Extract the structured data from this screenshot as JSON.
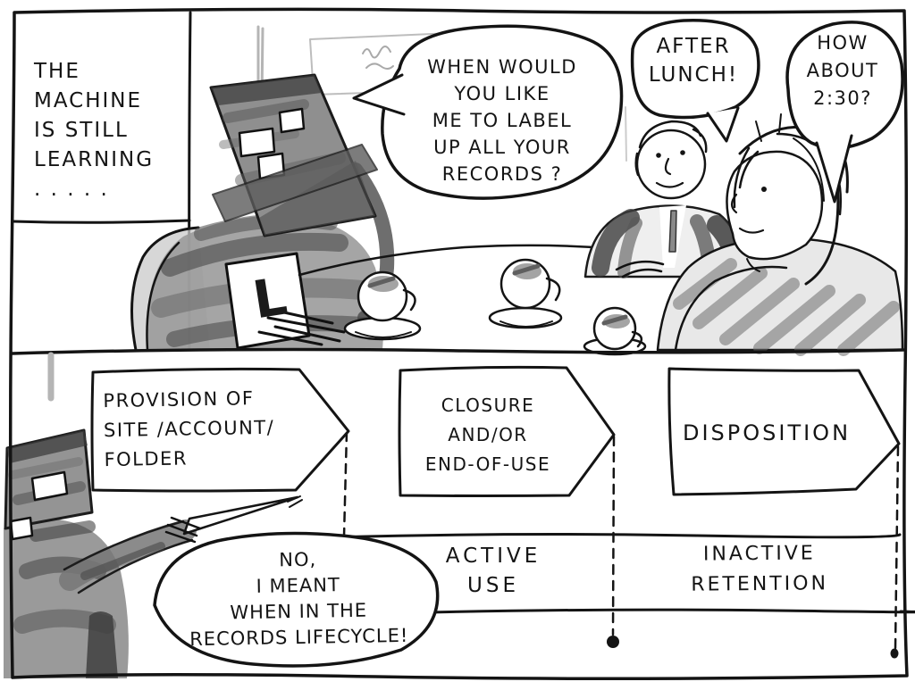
{
  "caption": {
    "text": "THE\nMACHINE\nIS STILL\nLEARNING\n.  .  .  .  ."
  },
  "speech": {
    "robot_question": "WHEN WOULD\nYOU LIKE\nME TO LABEL\nUP ALL YOUR\nRECORDS ?",
    "man_reply": "AFTER\nLUNCH!",
    "woman_reply": "HOW\nABOUT\n2:30?",
    "robot_clarification": "NO,\nI MEANT\nWHEN IN THE\nRECORDS LIFECYCLE!"
  },
  "learner_plate": "L",
  "lifecycle": {
    "stages": [
      {
        "label": "PROVISION OF\nSITE /ACCOUNT/\nFOLDER"
      },
      {
        "label": "CLOSURE\nAND/OR\nEND-OF-USE"
      },
      {
        "label": "DISPOSITION"
      }
    ],
    "phases": [
      {
        "label": "ACTIVE\nUSE"
      },
      {
        "label": "INACTIVE\nRETENTION"
      }
    ]
  },
  "colors": {
    "ink": "#141414",
    "shade_dark": "#3f3f3f",
    "shade_mid": "#8f8f8f",
    "shade_light": "#c9c9c9",
    "wall_gray": "#b5b5b5"
  }
}
